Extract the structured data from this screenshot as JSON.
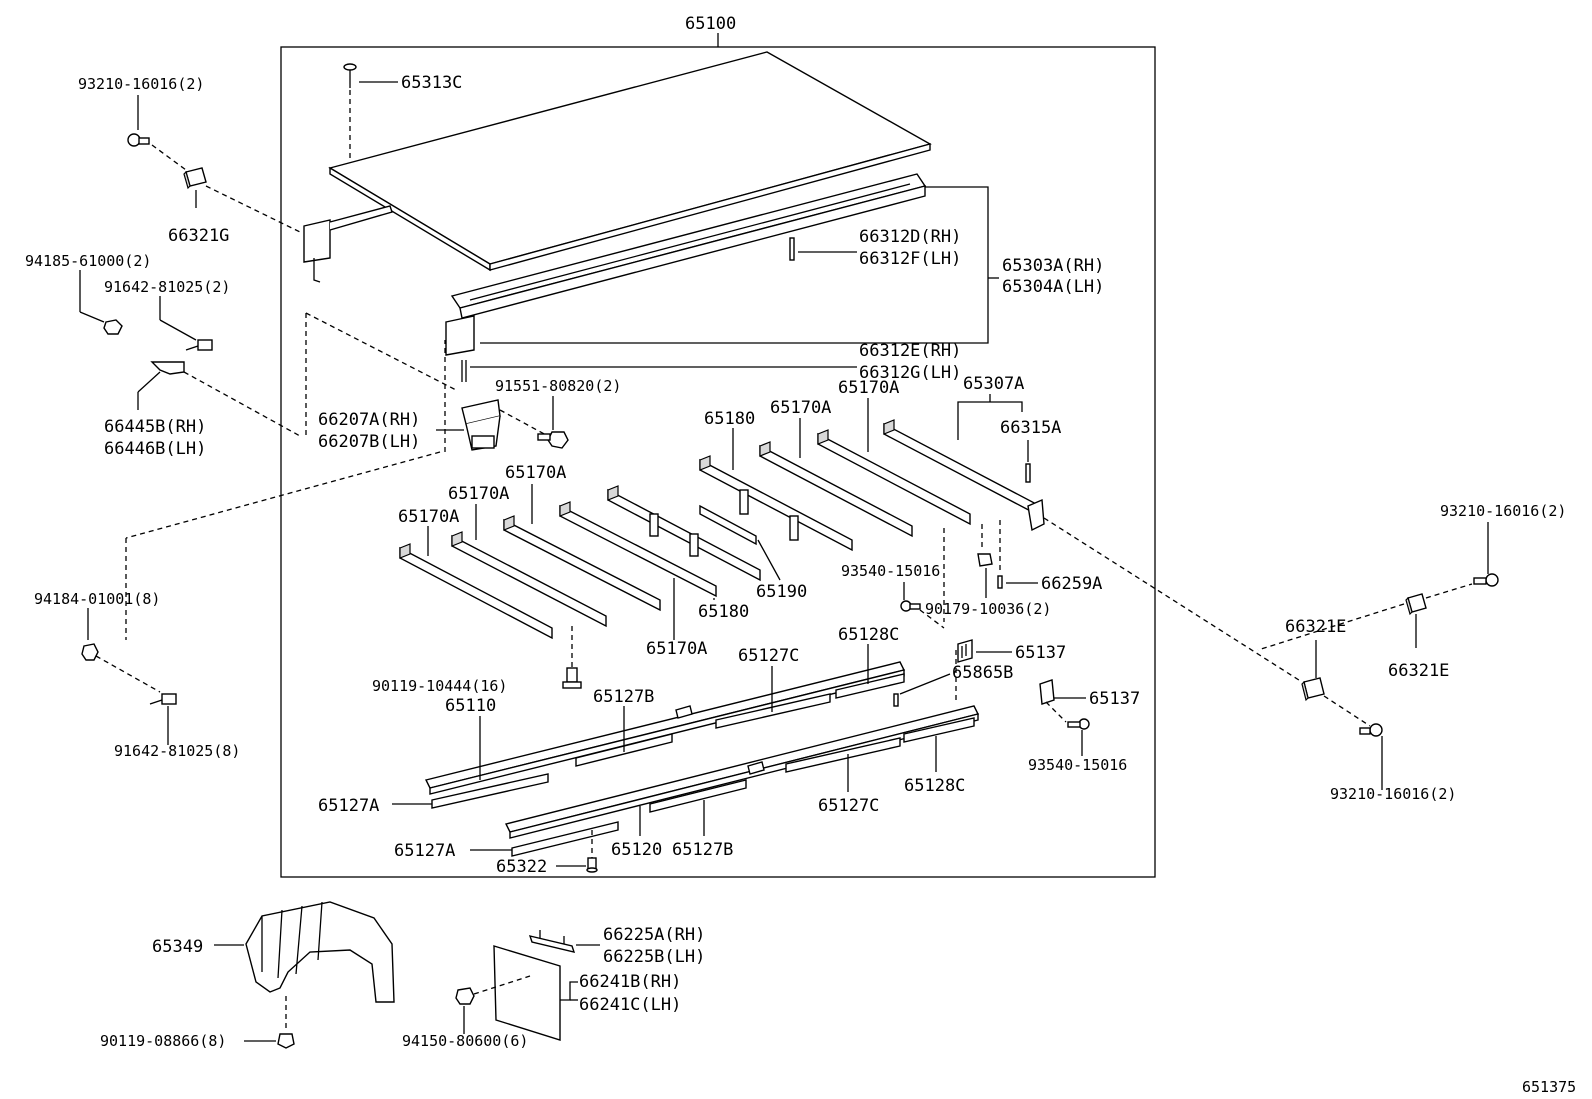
{
  "diagram": {
    "assembly_no": "65100",
    "figure_no": "651375",
    "labels": {
      "p65313C": "65313C",
      "p93210_16016_tl": "93210-16016(2)",
      "p66321G": "66321G",
      "p66312D": "66312D(RH)",
      "p66312F": "66312F(LH)",
      "p65303A": "65303A(RH)",
      "p65304A": "65304A(LH)",
      "p94185": "94185-61000(2)",
      "p91642_a": "91642-81025(2)",
      "p66312E": "66312E(RH)",
      "p66312G": "66312G(LH)",
      "p65307A": "65307A",
      "p91551": "91551-80820(2)",
      "p65170A_1": "65170A",
      "p66445B": "66445B(RH)",
      "p66446B": "66446B(LH)",
      "p66207A": "66207A(RH)",
      "p66207B": "66207B(LH)",
      "p65180_1": "65180",
      "p65170A_2": "65170A",
      "p66315A": "66315A",
      "p65170A_3": "65170A",
      "p65170A_4": "65170A",
      "p65170A_5": "65170A",
      "p93210_16016_r": "93210-16016(2)",
      "p93540_a": "93540-15016",
      "p66259A": "66259A",
      "p94184": "94184-01001(8)",
      "p90179": "90179-10036(2)",
      "p65180_2": "65180",
      "p65190": "65190",
      "p66321E_a": "66321E",
      "p65128C_1": "65128C",
      "p65137_1": "65137",
      "p65170A_6": "65170A",
      "p65127C_1": "65127C",
      "p66321E_b": "66321E",
      "p90119_10444": "90119-10444(16)",
      "p65865B": "65865B",
      "p65127B_1": "65127B",
      "p65137_2": "65137",
      "p65110": "65110",
      "p91642_b": "91642-81025(8)",
      "p93540_b": "93540-15016",
      "p65127A_1": "65127A",
      "p65127C_2": "65127C",
      "p65128C_2": "65128C",
      "p93210_16016_br": "93210-16016(2)",
      "p65127A_2": "65127A",
      "p65120": "65120",
      "p65127B_2": "65127B",
      "p65322": "65322",
      "p66225A": "66225A(RH)",
      "p66225B": "66225B(LH)",
      "p65349": "65349",
      "p66241B": "66241B(RH)",
      "p66241C": "66241C(LH)",
      "p90119_08866": "90119-08866(8)",
      "p94150": "94150-80600(6)"
    }
  }
}
